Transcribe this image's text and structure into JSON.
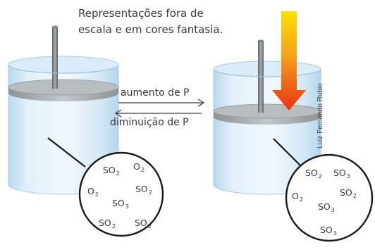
{
  "caption": {
    "line1": "Representações fora de",
    "line2": "escala e em cores fantasia."
  },
  "reaction": {
    "forward": "aumento de P",
    "reverse": "diminuição de P"
  },
  "credit": "Luiz Fernando Rubio",
  "left_container": {
    "molecules": [
      {
        "symbol": "SO",
        "sub": "2"
      },
      {
        "symbol": "O",
        "sub": "2"
      },
      {
        "symbol": "O",
        "sub": "2"
      },
      {
        "symbol": "SO",
        "sub": "2"
      },
      {
        "symbol": "SO",
        "sub": "3"
      },
      {
        "symbol": "SO",
        "sub": "2"
      },
      {
        "symbol": "SO",
        "sub": "2"
      }
    ]
  },
  "right_container": {
    "molecules": [
      {
        "symbol": "SO",
        "sub": "2"
      },
      {
        "symbol": "SO",
        "sub": "3"
      },
      {
        "symbol": "O",
        "sub": "2"
      },
      {
        "symbol": "SO",
        "sub": "2"
      },
      {
        "symbol": "SO",
        "sub": "3"
      },
      {
        "symbol": "SO",
        "sub": "3"
      }
    ]
  },
  "colors": {
    "cylinder_glass": "#cfe6f5",
    "gas_fill": "#e8f3fb",
    "piston": "#9aa0a4",
    "rod": "#6f7478",
    "arrow_top": "#ffe100",
    "arrow_bottom": "#e63312"
  }
}
